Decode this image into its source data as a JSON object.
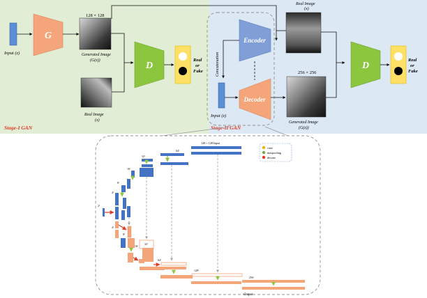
{
  "colors": {
    "stage1_bg": "#e2edd6",
    "stage2_bg": "#dce8f4",
    "generator": "#f4a57a",
    "discriminator": "#8cc63e",
    "encoder": "#7f9fd6",
    "decoder": "#f4a57a",
    "input_block": "#5b8ed6",
    "output_panel": "#ffe066",
    "stage_label": "#e03c28",
    "unet_blue": "#4472c4",
    "unet_orange": "#f4a57a",
    "skip_arrow": "#a0a0a0",
    "conv_dot": "#e6b800",
    "pool_dot": "#70ad47",
    "deconv_dot": "#e03c28"
  },
  "stage1": {
    "input_label": "Input (z)",
    "generator_label": "G",
    "size_label": "128 × 128",
    "generated_label_1": "Generated Image",
    "generated_label_2": "(G(z))",
    "real_label_1": "Real Image",
    "real_label_2": "(x)",
    "discriminator_label": "D",
    "verdict_line1": "Real",
    "verdict_line2": "or",
    "verdict_line3": "Fake",
    "stage_title": "Stage-I GAN"
  },
  "stage2": {
    "real_label_1": "Real Image",
    "real_label_2": "(x)",
    "encoder_label": "Encoder",
    "decoder_label": "Decoder",
    "concat_label": "Concatenation",
    "input_label": "Input (z)",
    "size_label": "256 × 256",
    "generated_label_1": "Generated Image",
    "generated_label_2": "(G(z))",
    "discriminator_label": "D",
    "verdict_line1": "Real",
    "verdict_line2": "or",
    "verdict_line3": "Fake",
    "stage_title": "Stage-II GAN"
  },
  "unet": {
    "input_label": "128 × 128   Input",
    "output_label": "Output",
    "legend": [
      "conv",
      "maxpooling",
      "deconv"
    ],
    "dims": [
      "64²",
      "32²",
      "16²",
      "8²",
      "4²",
      "2²",
      "4²",
      "8²",
      "16²",
      "32²",
      "64²",
      "128²",
      "256²"
    ]
  }
}
